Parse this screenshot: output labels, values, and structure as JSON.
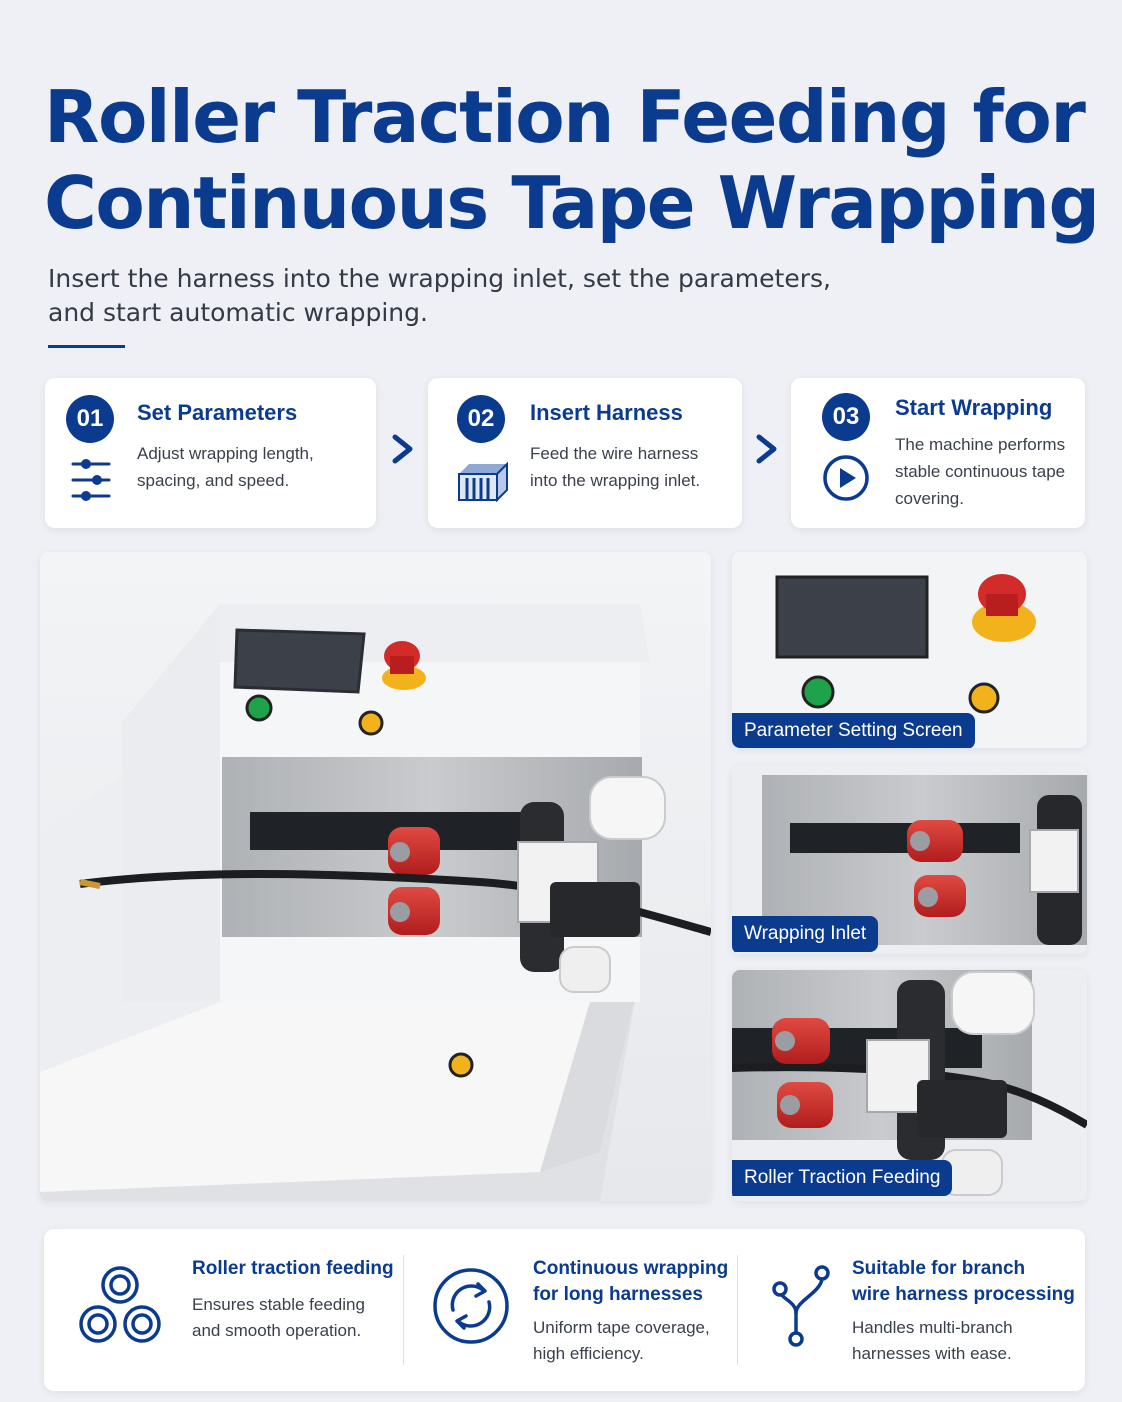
{
  "header": {
    "title_line1": "Roller Traction Feeding for",
    "title_line2": "Continuous Tape Wrapping",
    "subtitle_line1": "Insert the harness into the wrapping inlet, set the parameters,",
    "subtitle_line2": "and start automatic wrapping."
  },
  "steps": [
    {
      "number": "01",
      "title": "Set Parameters",
      "desc_lines": [
        "Adjust wrapping length,",
        "spacing, and speed."
      ],
      "icon": "sliders-icon"
    },
    {
      "number": "02",
      "title": "Insert Harness",
      "desc_lines": [
        "Feed the wire harness",
        "into the wrapping inlet."
      ],
      "icon": "harness-insert-icon"
    },
    {
      "number": "03",
      "title": "Start Wrapping",
      "desc_lines": [
        "The machine performs",
        "stable continuous tape",
        "covering."
      ],
      "icon": "play-circle-icon"
    }
  ],
  "gallery": {
    "labels": [
      "Parameter Setting Screen",
      "Wrapping Inlet",
      "Roller Traction Feeding"
    ]
  },
  "features": [
    {
      "title_lines": [
        "Roller traction feeding"
      ],
      "desc_lines": [
        "Ensures stable feeding",
        "and smooth operation."
      ],
      "icon": "rollers-icon"
    },
    {
      "title_lines": [
        "Continuous wrapping",
        "for long harnesses"
      ],
      "desc_lines": [
        "Uniform tape coverage,",
        "high efficiency."
      ],
      "icon": "cycle-icon"
    },
    {
      "title_lines": [
        "Suitable for branch",
        "wire harness processing"
      ],
      "desc_lines": [
        "Handles multi-branch",
        "harnesses with ease."
      ],
      "icon": "branch-icon"
    }
  ],
  "colors": {
    "brand": "#0b3b8f",
    "background": "#eef0f5",
    "card": "#ffffff",
    "roller_red": "#d32a2a",
    "button_green": "#1fa34a",
    "button_amber": "#f2b21b"
  }
}
